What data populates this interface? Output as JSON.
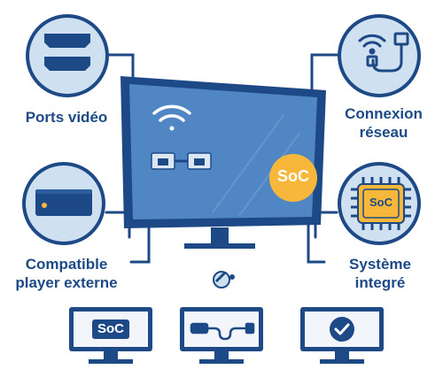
{
  "features": {
    "ports": {
      "label": "Ports vidéo",
      "icon": "hdmi-port-icon"
    },
    "network": {
      "label_line1": "Connexion",
      "label_line2": "réseau",
      "icon": "network-cable-icon"
    },
    "player": {
      "label_line1": "Compatible",
      "label_line2": "player externe",
      "icon": "external-player-icon"
    },
    "system": {
      "label_line1": "Système",
      "label_line2": "integré",
      "icon": "chip-icon"
    }
  },
  "monitor": {
    "soc_badge": "SoC",
    "icons": [
      "wifi-icon",
      "ethernet-icon"
    ]
  },
  "chip_label": "SoC",
  "bottom_screens": [
    {
      "name": "soc-screen",
      "text": "SoC"
    },
    {
      "name": "cable-screen",
      "icon": "cable-icon"
    },
    {
      "name": "check-screen",
      "icon": "check-icon"
    }
  ],
  "colors": {
    "navy": "#1d4a86",
    "circle": "#cfe0f1",
    "screen": "#4f86c3",
    "accent": "#f7b73a"
  }
}
